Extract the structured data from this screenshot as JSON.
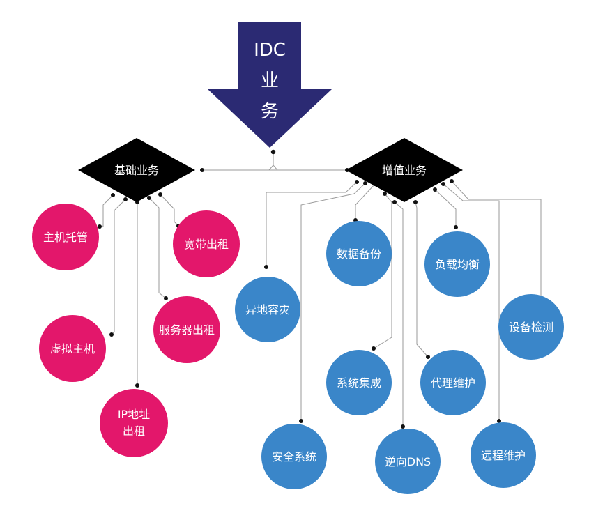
{
  "root": {
    "title_line1": "IDC",
    "title_line2": "业",
    "title_line3": "务",
    "color": "#2b2a73"
  },
  "categories": {
    "basic": {
      "label": "基础业务",
      "color": "#000000"
    },
    "value_added": {
      "label": "增值业务",
      "color": "#000000"
    }
  },
  "basic_services": [
    {
      "label": "主机托管"
    },
    {
      "label": "宽带出租"
    },
    {
      "label": "服务器出租"
    },
    {
      "label": "虚拟主机"
    },
    {
      "label_line1": "IP地址",
      "label_line2": "出租"
    }
  ],
  "value_added_services": [
    {
      "label": "数据备份"
    },
    {
      "label": "负载均衡"
    },
    {
      "label": "异地容灾"
    },
    {
      "label": "设备检测"
    },
    {
      "label": "系统集成"
    },
    {
      "label": "代理维护"
    },
    {
      "label": "安全系统"
    },
    {
      "label": "逆向DNS"
    },
    {
      "label": "远程维护"
    }
  ],
  "colors": {
    "basic_node": "#e3176b",
    "value_node": "#3a86c9",
    "connector": "#9a9a9a",
    "dot": "#111111"
  }
}
